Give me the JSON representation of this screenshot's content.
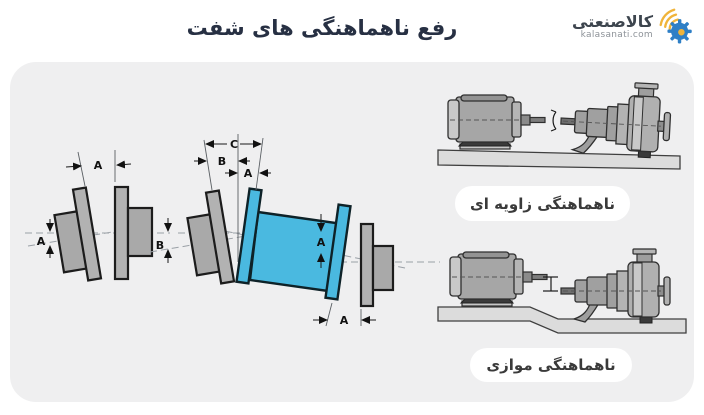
{
  "header": {
    "title": "رفع ناهماهنگی های شفت",
    "logo": {
      "brand": "کالاصنعتی",
      "domain": "kalasanati.com",
      "icon": "gear-wifi-icon"
    }
  },
  "dims": {
    "a": "A",
    "b": "B",
    "c": "C"
  },
  "captions": {
    "angular": "ناهماهنگی زاویه ای",
    "parallel": "ناهماهنگی موازی"
  },
  "colors": {
    "panel_bg": "#efeff0",
    "spacer_cyan": "#4ab9e0",
    "flange_gray": "#b2b2b2",
    "title_text": "#273043",
    "logo_blue": "#2e7fc6",
    "logo_yellow": "#f0b43a"
  }
}
